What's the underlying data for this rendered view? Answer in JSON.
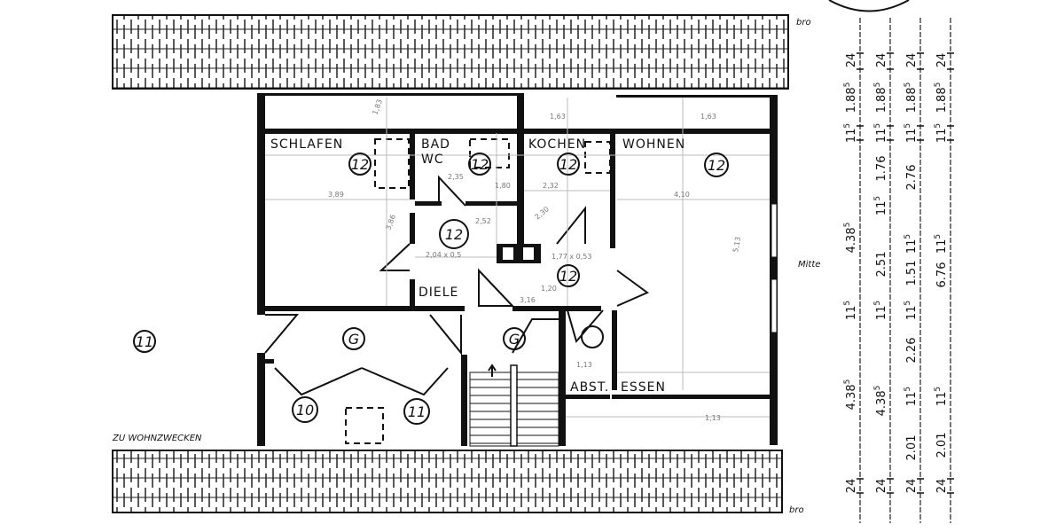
{
  "rooms": [
    {
      "name": "SCHLAFEN",
      "code": "12"
    },
    {
      "name": "BAD",
      "name2": "WC",
      "code": "12"
    },
    {
      "name": "KOCHEN",
      "code": "12"
    },
    {
      "name": "WOHNEN",
      "code": "12"
    },
    {
      "name": "DIELE",
      "code": "12"
    },
    {
      "name": "ABST.",
      "code": ""
    },
    {
      "name": "ESSEN",
      "code": ""
    }
  ],
  "circle_codes": {
    "flur": "12",
    "outside": "11",
    "g_left": "G",
    "g_right": "G",
    "room_10": "10",
    "room_11": "11"
  },
  "notes": {
    "use": "ZU WOHNZWECKEN",
    "top_right": "bro",
    "middle": "Mitte",
    "bottom_right": "bro"
  },
  "plan_dimensions": [
    "1,83",
    "1,63",
    "1,63",
    "3,89",
    "3,86",
    "2,35",
    "1,80",
    "2,32",
    "2,30",
    "2,52",
    "2,04 x 0,5",
    "1,77 x 0,53",
    "1,20",
    "3,16",
    "4,10",
    "5,13",
    "1,13",
    "1,13"
  ],
  "dimension_chains": [
    [
      {
        "v": "24"
      },
      {
        "v": "1.88",
        "s": "5"
      },
      {
        "v": "11",
        "s": "5"
      },
      {
        "v": "4.38",
        "s": "5"
      },
      {
        "v": "11",
        "s": "5"
      },
      {
        "v": "4.38",
        "s": "5"
      },
      {
        "v": "24"
      }
    ],
    [
      {
        "v": "24"
      },
      {
        "v": "1.88",
        "s": "5"
      },
      {
        "v": "11",
        "s": "5"
      },
      {
        "v": "1.76"
      },
      {
        "v": "11",
        "s": "5"
      },
      {
        "v": "2.51"
      },
      {
        "v": "11",
        "s": "5"
      },
      {
        "v": "4.38",
        "s": "5"
      },
      {
        "v": "24"
      }
    ],
    [
      {
        "v": "24"
      },
      {
        "v": "1.88",
        "s": "5"
      },
      {
        "v": "11",
        "s": "5"
      },
      {
        "v": "2.76"
      },
      {
        "v": "11",
        "s": "5"
      },
      {
        "v": "1.51"
      },
      {
        "v": "11",
        "s": "5"
      },
      {
        "v": "2.26"
      },
      {
        "v": "11",
        "s": "5"
      },
      {
        "v": "2.01"
      },
      {
        "v": "24"
      }
    ],
    [
      {
        "v": "24"
      },
      {
        "v": "1.88",
        "s": "5"
      },
      {
        "v": "11",
        "s": "5"
      },
      {
        "v": "11",
        "s": "5"
      },
      {
        "v": "6.76"
      },
      {
        "v": "11",
        "s": "5"
      },
      {
        "v": "2.01"
      },
      {
        "v": "24"
      }
    ]
  ]
}
